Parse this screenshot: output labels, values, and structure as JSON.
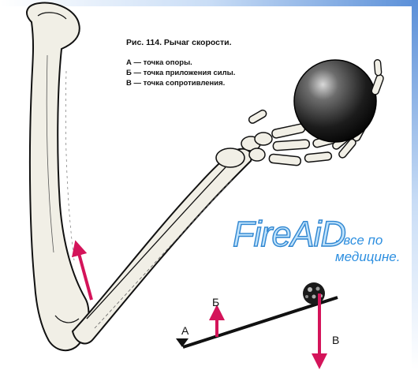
{
  "caption": {
    "title": "Рис. 114. Рычаг скорости.",
    "lines": [
      "А — точка опоры.",
      "Б — точка приложения силы.",
      "В — точка сопротивления."
    ]
  },
  "watermark": {
    "logo": "FireAiD",
    "tagline_1": "- все по",
    "tagline_2": "медицине."
  },
  "lever_labels": {
    "a": "А",
    "b": "Б",
    "v": "В"
  },
  "colors": {
    "force_arrow": "#d4145a",
    "watermark_blue": "#2d8fe0",
    "bone_fill": "#f1efe6",
    "ball": "#222222"
  }
}
